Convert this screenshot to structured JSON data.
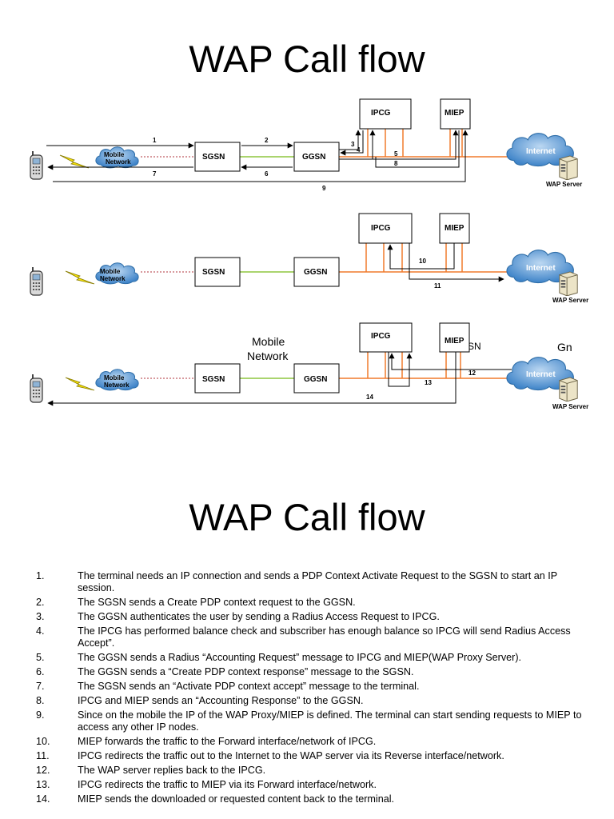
{
  "slide1": {
    "title": "WAP Call flow",
    "node_labels": {
      "ipcg": "IPCG",
      "miep": "MIEP",
      "sgsn": "SGSN",
      "ggsn": "GGSN",
      "mobile_network": [
        "Mobile",
        "Network"
      ],
      "internet": "Internet",
      "wap_server": "WAP Server"
    },
    "overlay_labels": {
      "mobile_network_large": [
        "Mobile",
        "Network"
      ],
      "sn_fragment": "SN",
      "gn_fragment": "Gn"
    },
    "step_numbers": {
      "panel1": [
        "1",
        "2",
        "3",
        "4",
        "5",
        "6",
        "7",
        "8",
        "9"
      ],
      "panel2": [
        "10",
        "11"
      ],
      "panel3": [
        "12",
        "13",
        "14"
      ]
    },
    "colors": {
      "line_orange": "#f07a2c",
      "line_green": "#8dc63f",
      "line_dashed_red": "#b2343c",
      "cloud_blue": "#5b9bd5",
      "lightning": "#f5e10a"
    }
  },
  "slide2": {
    "title": "WAP Call flow",
    "steps": [
      {
        "num": "1.",
        "text": "The terminal needs an IP connection and sends a PDP Context Activate Request to the SGSN to start an IP session."
      },
      {
        "num": "2.",
        "text": "The SGSN sends a Create PDP context request to the GGSN."
      },
      {
        "num": "3.",
        "text": "The GGSN authenticates the user by sending a Radius Access Request to IPCG."
      },
      {
        "num": "4.",
        "text": "The IPCG has performed balance check and subscriber has enough balance so IPCG will send Radius Access Accept”."
      },
      {
        "num": "5.",
        "text": "The GGSN sends a Radius “Accounting Request” message to IPCG and MIEP(WAP Proxy Server)."
      },
      {
        "num": "6.",
        "text": "The GGSN sends a “Create PDP context response” message to the SGSN."
      },
      {
        "num": "7.",
        "text": "The SGSN sends an “Activate PDP context accept” message to the terminal."
      },
      {
        "num": "8.",
        "text": "IPCG and MIEP sends an “Accounting Response” to the GGSN."
      },
      {
        "num": "9.",
        "text": "Since on the mobile the IP of the WAP Proxy/MIEP is defined. The terminal can start sending requests to MIEP to access any other IP nodes."
      },
      {
        "num": "10.",
        "text": "MIEP forwards the traffic to the Forward interface/network of IPCG."
      },
      {
        "num": "11.",
        "text": "IPCG redirects the traffic out to the Internet to the WAP server via its Reverse interface/network."
      },
      {
        "num": "12.",
        "text": "The WAP server replies back to the IPCG."
      },
      {
        "num": "13.",
        "text": "IPCG redirects the traffic to MIEP via its Forward interface/network."
      },
      {
        "num": "14.",
        "text": "MIEP sends the downloaded or requested content back to the terminal."
      }
    ]
  }
}
